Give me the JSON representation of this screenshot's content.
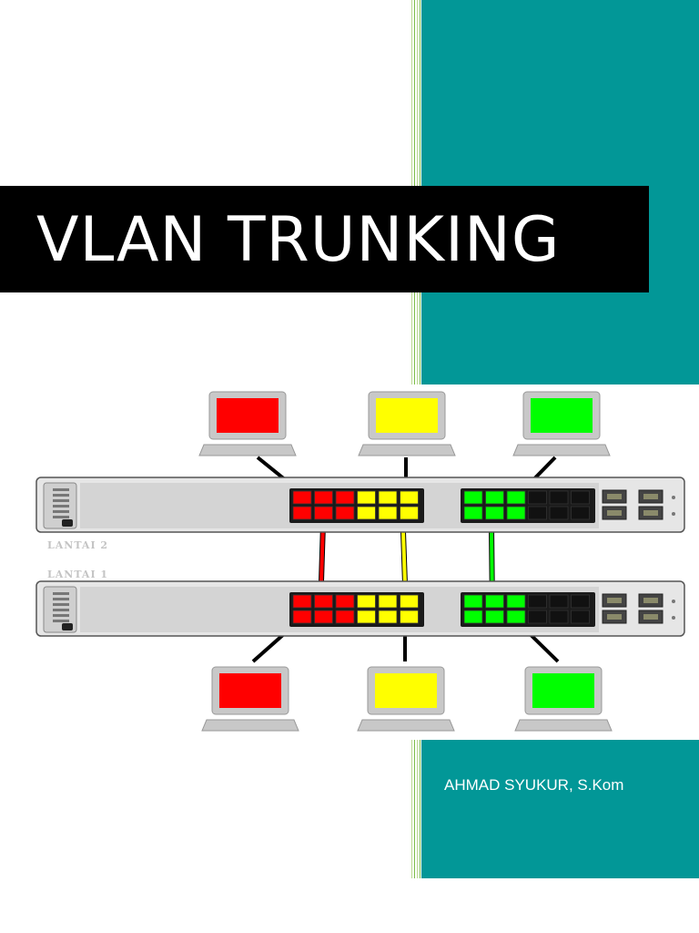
{
  "cover": {
    "title": "VLAN TRUNKING",
    "author": "AHMAD SYUKUR, S.Kom"
  },
  "diagram": {
    "floor_top_label": "LANTAI 2",
    "floor_bottom_label": "LANTAI 1",
    "vlan_colors": [
      "#ff0000",
      "#ffff00",
      "#00ff00"
    ],
    "icons": [
      "laptop-icon",
      "network-switch-icon",
      "rj45-port-icon",
      "sfp-port-icon"
    ]
  },
  "colors": {
    "teal_accent": "#029797",
    "title_band": "#000000",
    "title_text": "#ffffff"
  }
}
